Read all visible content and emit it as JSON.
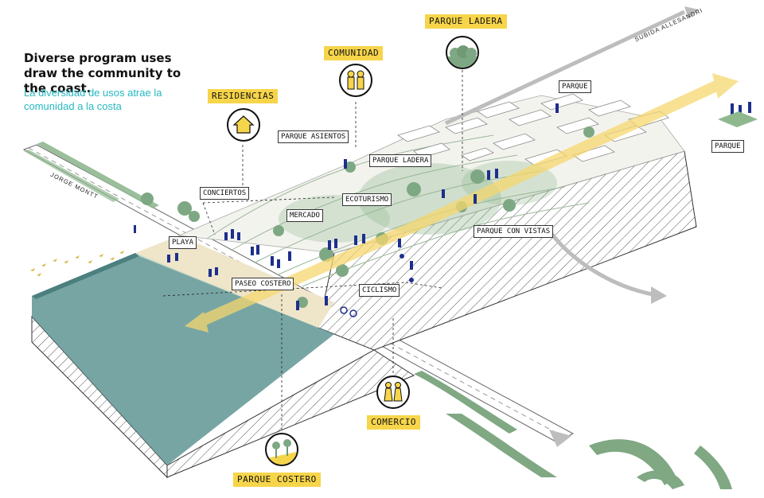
{
  "title": "Diverse program uses draw the community to the coast.",
  "subtitle": "La diversidad de usos atrae la comunidad a la costa",
  "yellow_tags": {
    "parque_ladera": "PARQUE LADERA",
    "comunidad": "COMUNIDAD",
    "residencias": "RESIDENCIAS",
    "comercio": "COMERCIO",
    "parque_costero": "PARQUE COSTERO"
  },
  "map_labels": {
    "parque_top": "PARQUE",
    "parque_right": "PARQUE",
    "parque_asientos": "PARQUE ASIENTOS",
    "parque_ladera": "PARQUE LADERA",
    "conciertos": "CONCIERTOS",
    "ecoturismo": "ECOTURISMO",
    "mercado": "MERCADO",
    "playa": "PLAYA",
    "parque_con_vistas": "PARQUE CON VISTAS",
    "paseo_costero": "PASEO COSTERO",
    "ciclismo": "CICLISMO"
  },
  "roads": {
    "jorge_montt": "JORGE MONTT",
    "subida_allesandri": "SUBIDA ALLESANDRI"
  },
  "icons": {
    "residencias": "house-icon",
    "comunidad": "people-icon",
    "parque_ladera": "trees-icon",
    "comercio": "shoppers-icon",
    "parque_costero": "palms-icon"
  },
  "colors": {
    "tag_yellow": "#f7d54a",
    "subtitle_teal": "#27b8c2",
    "water": "#5f9594",
    "vegetation": "#8fb88f",
    "people_navy": "#1d2f8c",
    "flow_arrow": "#f5d76e"
  }
}
